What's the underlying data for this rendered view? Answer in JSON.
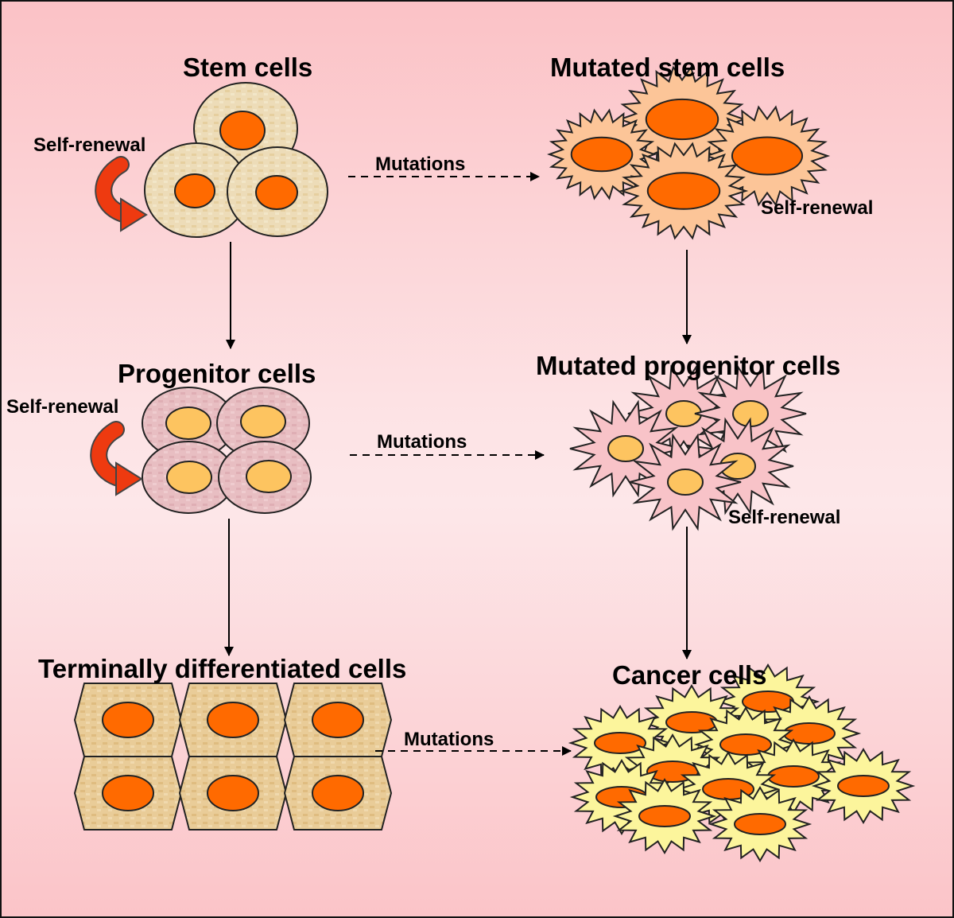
{
  "normal": {
    "stem": {
      "title": "Stem cells",
      "self_renewal": "Self-renewal"
    },
    "progenitor": {
      "title": "Progenitor cells",
      "self_renewal": "Self-renewal"
    },
    "terminal": {
      "title": "Terminally differentiated cells"
    }
  },
  "mutated": {
    "stem": {
      "title": "Mutated stem cells",
      "self_renewal": "Self-renewal"
    },
    "progenitor": {
      "title": "Mutated progenitor cells",
      "self_renewal": "Self-renewal"
    },
    "cancer": {
      "title": "Cancer cells"
    }
  },
  "arrows": {
    "mutation_label_1": "Mutations",
    "mutation_label_2": "Mutations",
    "mutation_label_3": "Mutations"
  },
  "colors": {
    "background_edge": "#fbc2c6",
    "background_center": "#fde5e7",
    "stem_cell_fill": "#eedfbf",
    "nucleus_orange": "#ff6a00",
    "progenitor_cell_fill": "#e7bcc2",
    "progenitor_nucleus": "#fdc460",
    "mutated_stem_fill": "#fcc598",
    "mutated_progenitor_fill": "#f8c3c8",
    "cancer_cell_fill": "#fcf59c",
    "self_renewal_arrow": "#ee3a10"
  }
}
